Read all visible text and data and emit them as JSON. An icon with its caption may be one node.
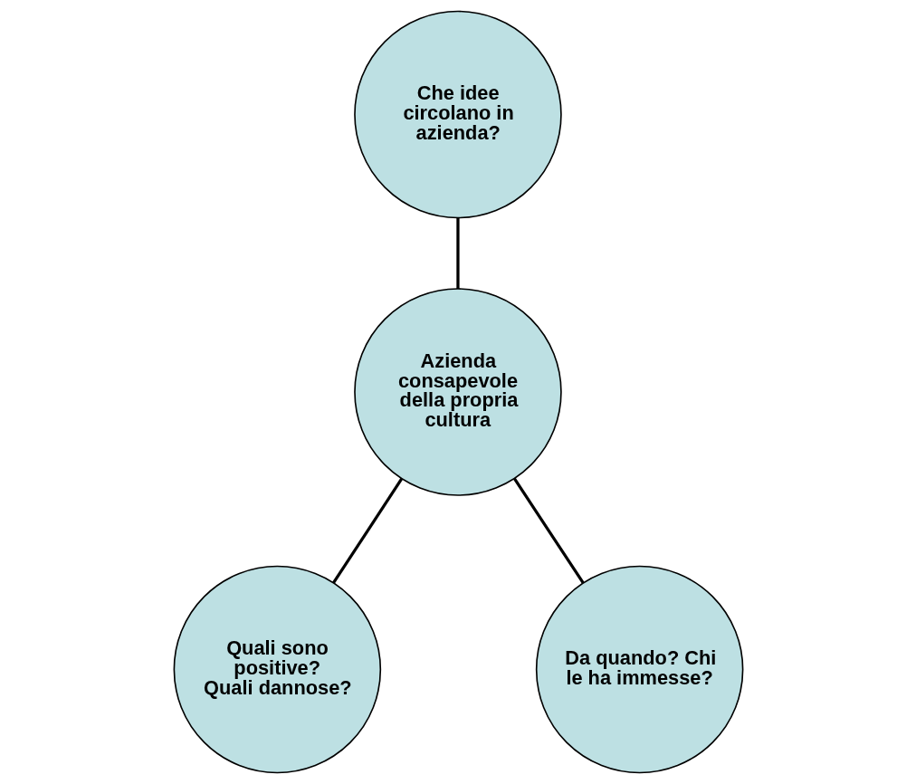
{
  "diagram": {
    "nodes": [
      {
        "text": [
          "Che idee circolano in azienda?"
        ]
      },
      {
        "text": [
          "Azienda consapevole della propria cultura"
        ]
      },
      {
        "text": [
          "Quali sono positive? Quali dannose?"
        ]
      },
      {
        "text": [
          "Da quando? Chi le ha immesse?"
        ]
      }
    ],
    "edges": [
      {
        "from": 0,
        "to": 1,
        "arrow": "none"
      },
      {
        "from": 1,
        "to": 2,
        "arrow": "none"
      },
      {
        "from": 1,
        "to": 3,
        "arrow": "none"
      }
    ]
  }
}
